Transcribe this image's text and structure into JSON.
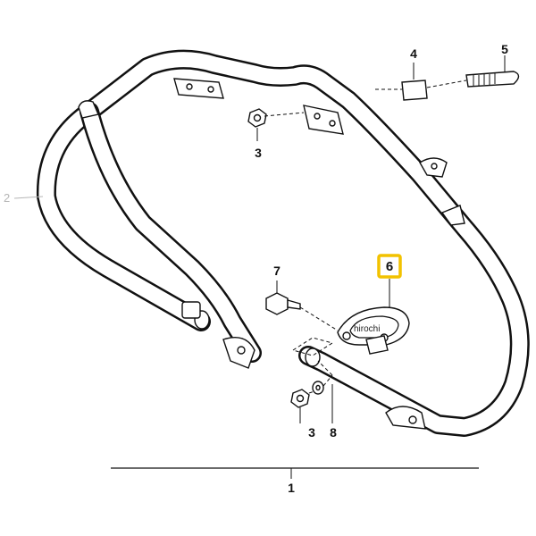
{
  "callouts": {
    "c1": "1",
    "c2": "2",
    "c3a": "3",
    "c3b": "3",
    "c4": "4",
    "c5": "5",
    "c6": "6",
    "c7": "7",
    "c8": "8"
  },
  "highlight_color": "#f2c200",
  "watermark": "hirochi"
}
